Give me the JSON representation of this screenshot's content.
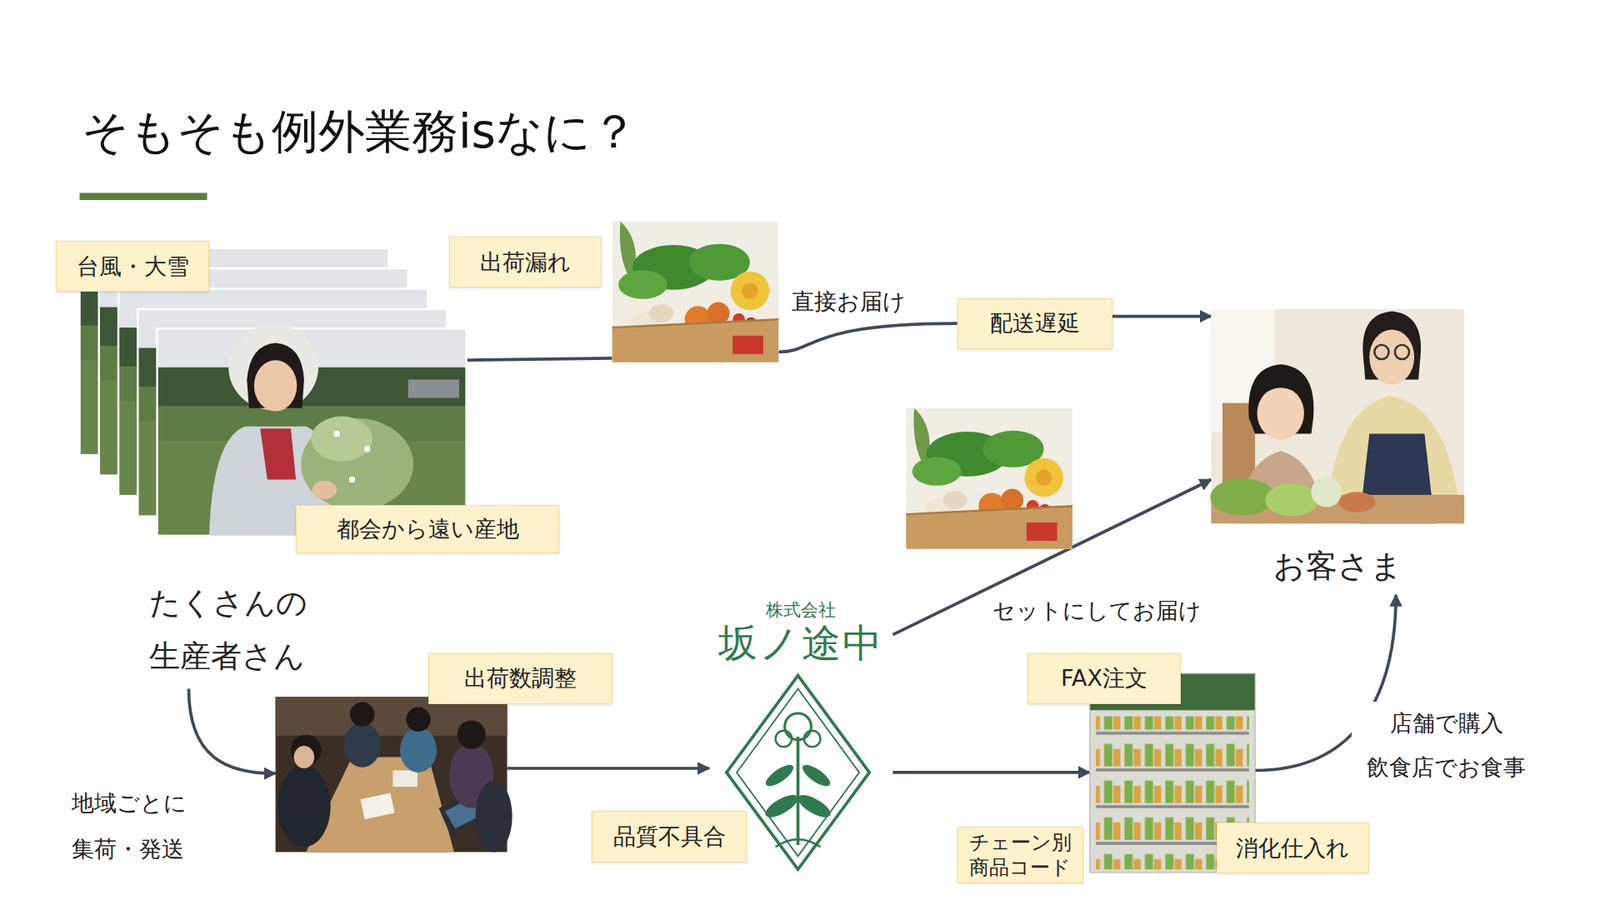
{
  "diagram": {
    "title": "そもそも例外業務isなに？",
    "nodes": [
      {
        "text": [
          "台風・大雪",
          "都会から遠い産地",
          "たくさんの 生産者さん"
        ]
      },
      {
        "text": [
          "出荷漏れ"
        ]
      },
      {
        "text": [
          "配送遅延"
        ]
      },
      {
        "text": [
          "お客さま"
        ]
      },
      {
        "text": [
          "出荷数調整"
        ]
      },
      {
        "text": [
          "株式会社",
          "坂ノ途中"
        ]
      },
      {
        "text": [
          "FAX注文",
          "チェーン別 商品コード",
          "消化仕入れ"
        ]
      }
    ],
    "edges": [
      {
        "from": 0,
        "to": 1,
        "arrow": "none"
      },
      {
        "from": 1,
        "to": 2,
        "label": "直接お届け",
        "arrow": "none"
      },
      {
        "from": 2,
        "to": 3,
        "arrow": "to"
      },
      {
        "from": 0,
        "to": 4,
        "label": "地域ごとに 集荷・発送",
        "arrow": "to"
      },
      {
        "from": 4,
        "to": 5,
        "arrow": "to"
      },
      {
        "from": 5,
        "to": 3,
        "label": "セットにしてお届け",
        "arrow": "to"
      },
      {
        "from": 5,
        "to": 6,
        "arrow": "to"
      },
      {
        "from": 6,
        "to": 3,
        "label": "店舗で購入 飲食店でお食事",
        "arrow": "to"
      }
    ],
    "labels": [
      "品質不具合"
    ]
  }
}
